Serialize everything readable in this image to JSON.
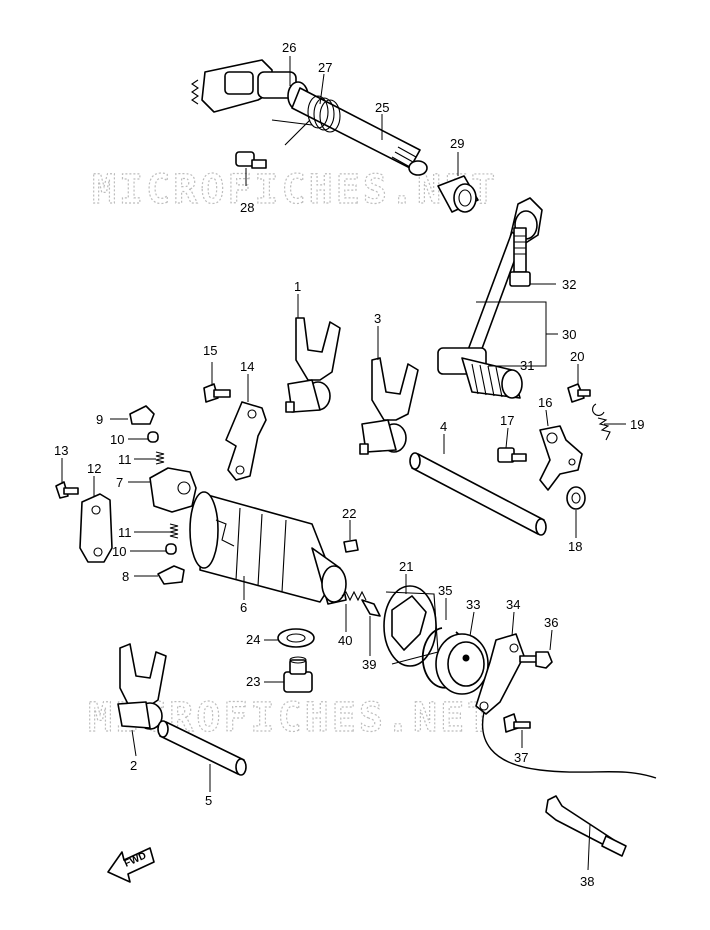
{
  "watermark": "MICROFICHES.NET",
  "fwd_label": "FWD",
  "callouts": [
    "1",
    "2",
    "3",
    "4",
    "5",
    "6",
    "7",
    "8",
    "9",
    "10",
    "10",
    "11",
    "11",
    "12",
    "13",
    "14",
    "15",
    "16",
    "17",
    "18",
    "19",
    "20",
    "21",
    "22",
    "23",
    "24",
    "25",
    "26",
    "27",
    "28",
    "29",
    "30",
    "31",
    "32",
    "33",
    "34",
    "35",
    "36",
    "37",
    "38",
    "39",
    "40"
  ]
}
